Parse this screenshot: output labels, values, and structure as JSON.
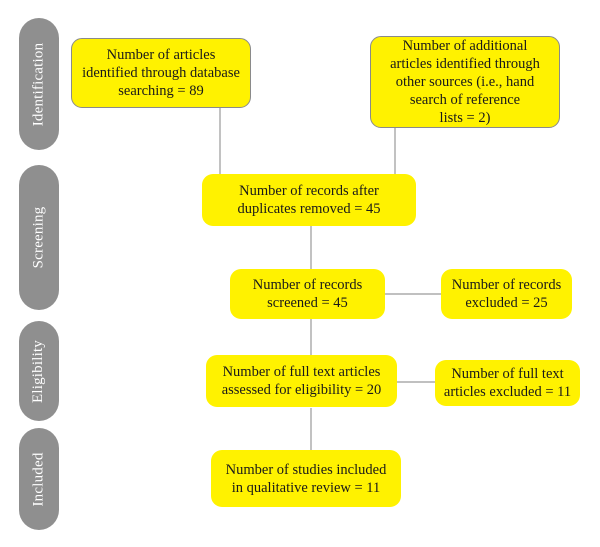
{
  "phases": {
    "identification": "Identification",
    "screening": "Screening",
    "eligibility": "Eligibility",
    "included": "Included"
  },
  "boxes": {
    "database_search": "Number of articles\nidentified through database\nsearching = 89",
    "other_sources": "Number of additional\narticles identified through\nother sources (i.e., hand\nsearch of reference\nlists = 2)",
    "after_duplicates": "Number of records after\nduplicates removed = 45",
    "screened": "Number of records\nscreened = 45",
    "excluded": "Number of records\nexcluded = 25",
    "full_text_assessed": "Number of full text articles\nassessed for eligibility = 20",
    "full_text_excluded": "Number of full text\narticles excluded = 11",
    "included_studies": "Number of studies included\nin qualitative review = 11"
  },
  "colors": {
    "box_fill": "#fff200",
    "phase_fill": "#8f8f8f",
    "connector": "#9a9a9a"
  }
}
